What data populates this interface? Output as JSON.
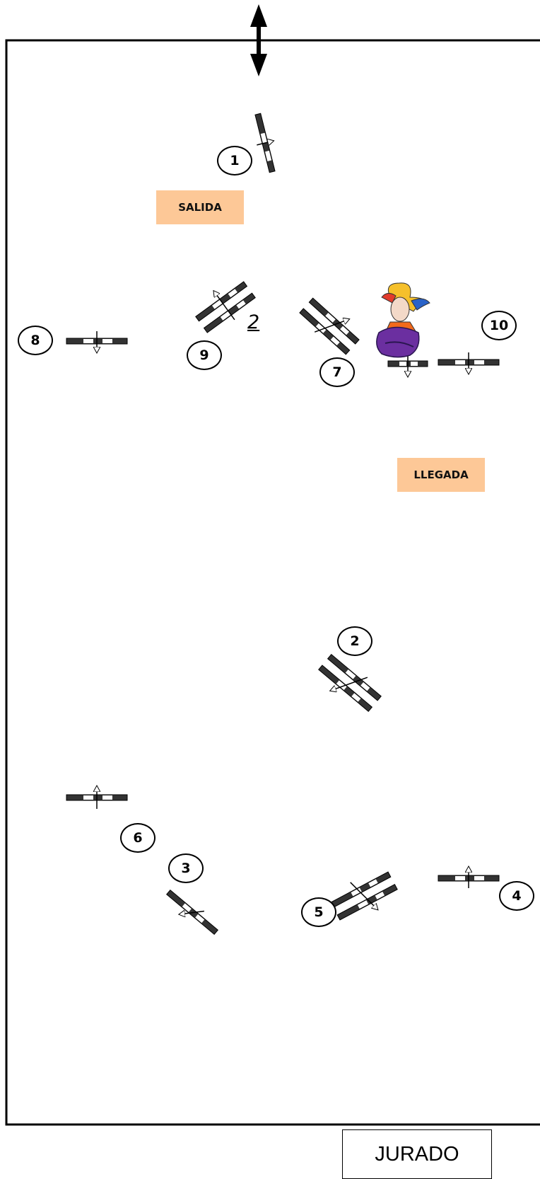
{
  "diagram": {
    "start_label": "SALIDA",
    "finish_label": "LLEGADA",
    "jury_label": "JURADO",
    "italic_mark": "2",
    "markers": [
      "1",
      "2",
      "3",
      "4",
      "5",
      "6",
      "7",
      "8",
      "9",
      "10"
    ],
    "colors": {
      "label_fill": "#fdc897",
      "border": "#000000",
      "pole_dark": "#333333"
    },
    "icons": [
      "double-arrow-icon",
      "jester-icon"
    ]
  }
}
